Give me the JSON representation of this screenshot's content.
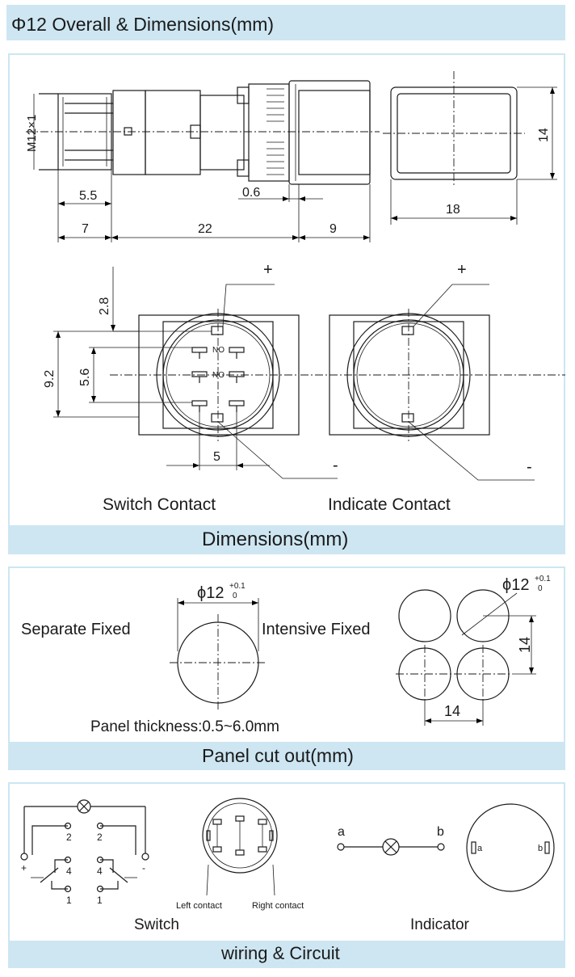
{
  "header": {
    "title": "Φ12 Overall & Dimensions(mm)"
  },
  "dimensions_section": {
    "thread_label": "M12×1",
    "dims": {
      "d5_5": "5.5",
      "d0_6": "0.6",
      "d7": "7",
      "d22": "22",
      "d9": "9",
      "d18": "18",
      "d14": "14",
      "d2_8": "2.8",
      "d9_2": "9.2",
      "d5_6": "5.6",
      "d5": "5"
    },
    "pin_labels": {
      "no_top": "NO",
      "no_mid": "NO"
    },
    "polarity": {
      "plus": "+",
      "minus": "-"
    },
    "switch_caption": "Switch Contact",
    "indicate_caption": "Indicate Contact",
    "footer": "Dimensions(mm)"
  },
  "cutout_section": {
    "phi_main": "ϕ12",
    "tol_upper": "+0.1",
    "tol_lower": "0",
    "separate_label": "Separate Fixed",
    "intensive_label": "Intensive Fixed",
    "dim14_v": "14",
    "dim14_h": "14",
    "thickness": "Panel thickness:0.5~6.0mm",
    "footer": "Panel cut out(mm)"
  },
  "wiring_section": {
    "switch_terminals": {
      "t2a": "2",
      "t2b": "2",
      "t4a": "4",
      "t4b": "4",
      "t1a": "1",
      "t1b": "1",
      "plus": "+",
      "minus": "-"
    },
    "left_contact": "Left contact",
    "right_contact": "Right contact",
    "switch_caption": "Switch",
    "ind_a": "a",
    "ind_b": "b",
    "pad_a": "a",
    "pad_b": "b",
    "indicator_caption": "Indicator",
    "footer": "wiring & Circuit"
  },
  "colors": {
    "band": "#cde6f2",
    "ink": "#1a1a1a"
  }
}
